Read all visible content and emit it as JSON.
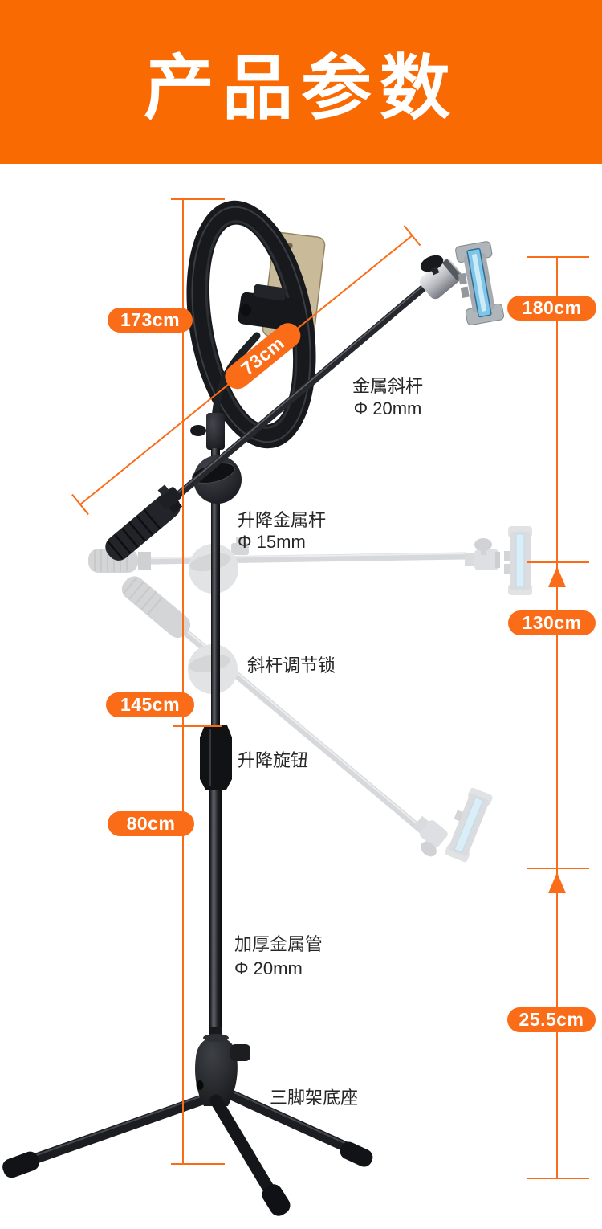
{
  "meta": {
    "banner_color": "#fa6a03",
    "accent_color": "#fa6c17",
    "text_color": "#262626",
    "phone_blue": "#7fc5e8",
    "phone_gold": "#c9ba99"
  },
  "banner": {
    "title": "产品参数"
  },
  "measurements": {
    "total_height": "173cm",
    "boom_arm_length": "73cm",
    "max_height": "180cm",
    "mid_height": "130cm",
    "pole_height": "145cm",
    "lower_pole_height": "80cm",
    "base_height": "25.5cm"
  },
  "part_labels": {
    "boom_arm": {
      "line1": "金属斜杆",
      "line2": "Φ 20mm"
    },
    "lift_rod": {
      "line1": "升降金属杆",
      "line2": "Φ 15mm"
    },
    "tilt_lock": {
      "text": "斜杆调节锁"
    },
    "lift_knob": {
      "text": "升降旋钮"
    },
    "main_tube": {
      "line1": "加厚金属管",
      "line2": "Φ 20mm"
    },
    "tripod_base": {
      "text": "三脚架底座"
    }
  }
}
